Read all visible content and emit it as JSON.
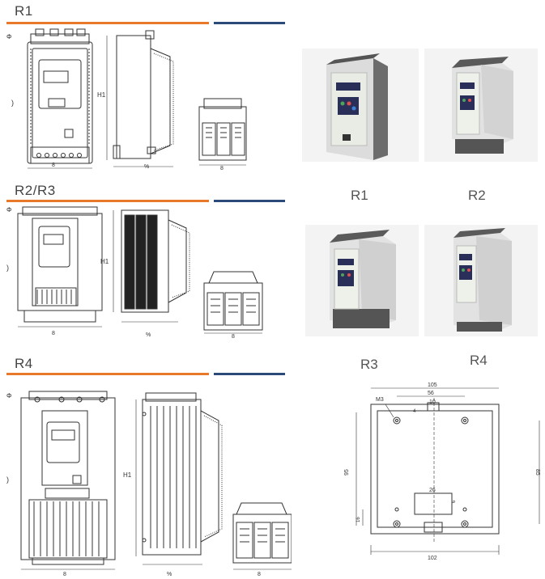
{
  "sections": [
    {
      "title": "R1"
    },
    {
      "title": "R2/R3"
    },
    {
      "title": "R4"
    }
  ],
  "dims": {
    "phi": "Φ",
    "h1": "H1",
    "paren": ")",
    "w": "8",
    "pct": "%"
  },
  "photos": {
    "captions": [
      "R1",
      "R2",
      "R3",
      "R4"
    ]
  },
  "panel": {
    "d105": "105",
    "d56": "56",
    "d10": "10",
    "m3": "M3",
    "d4": "4",
    "d95": "95",
    "d85": "85",
    "d26": "26",
    "d6": "6",
    "d16": "16",
    "d102": "102"
  },
  "colors": {
    "orange": "#e8792b",
    "navy": "#2b4a7a"
  }
}
